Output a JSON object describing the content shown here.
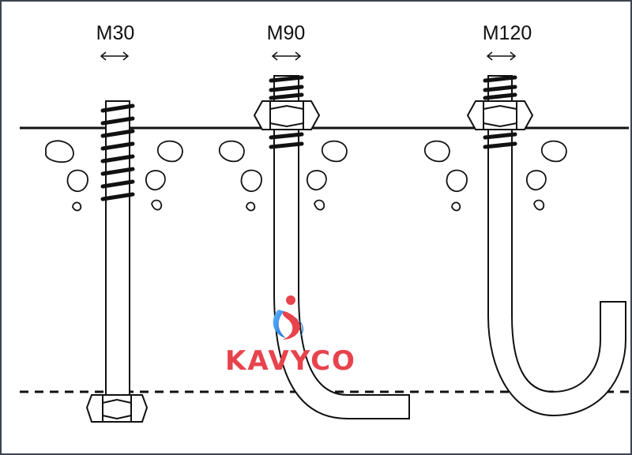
{
  "bolts": [
    {
      "size_label": "M30",
      "shape": "straight"
    },
    {
      "size_label": "M90",
      "shape": "l-hook"
    },
    {
      "size_label": "M120",
      "shape": "j-hook"
    }
  ],
  "watermark": {
    "brand": "KAVYCO",
    "brand_color": "#e8434c",
    "logo_blue": "#1f7fd8",
    "logo_red": "#e8434c"
  },
  "colors": {
    "line": "#111111",
    "frame": "#3d4350",
    "background": "#ffffff"
  }
}
